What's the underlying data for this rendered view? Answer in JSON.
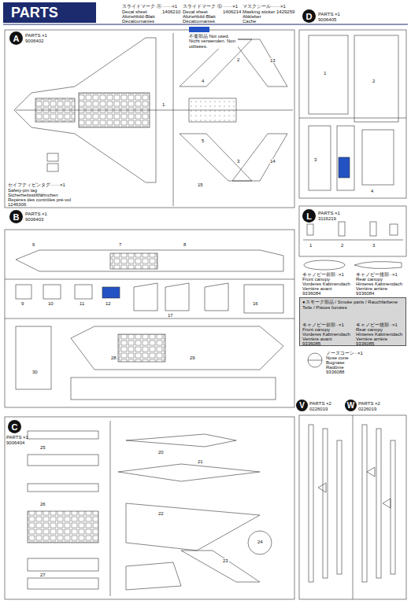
{
  "diagram": {
    "title": "PARTS",
    "nodes": [
      {
        "text": [
          "A"
        ]
      },
      {
        "text": [
          "D"
        ]
      },
      {
        "text": [
          "B"
        ]
      },
      {
        "text": [
          "L"
        ]
      },
      {
        "text": [
          "●スモーク部品 / Smoke parts / Rauchfarbene Teile / Pièces fumées"
        ]
      },
      {
        "text": [
          "C"
        ]
      },
      {
        "text": [
          "V"
        ]
      },
      {
        "text": [
          "W"
        ]
      }
    ],
    "labels": [
      "スライドマーク Ⓐ ······×1",
      "Decal sheet",
      "Abziehbild-Blatt",
      "Décalcomanies",
      "1406210",
      "スライドマーク ⓑ ······×1",
      "Decal sheet",
      "Abziehbild-Blatt",
      "Décalcomanies",
      "1406214",
      "マスクシール······×1",
      "Masking sticker 1429259",
      "Abkleber",
      "Cache",
      "PARTS ×1",
      "9006402",
      "セイフティピンタグ······×1",
      "Safety-pin tag",
      "Sicherheitsstiftfähnchen",
      "Repères des contrôles pré-vol",
      "1246306",
      "PARTS ×1",
      "9006405",
      "PARTS ×1",
      "9006403",
      "PARTS ×1",
      "3116219",
      "キャノピー前部··×1",
      "Front canopy",
      "Vorderes Kabinendach",
      "Verrière avant",
      "9336084",
      "キャノピー後部··×1",
      "Rear canopy",
      "Hinteres Kabinendach",
      "Verrière arrière",
      "9336084",
      "キャノピー前部··×1",
      "Front canopy",
      "Vorderes Kabinendach",
      "Verrière avant",
      "9336085",
      "キャノピー後部··×1",
      "Rear canopy",
      "Hinteres Kabinendach",
      "Verrière arrière",
      "9336085",
      "ノーズコーン··×1",
      "Nose cone",
      "Bugnase",
      "Radôme",
      "9336088",
      "PARTS ×1",
      "9006404",
      "PARTS ×2",
      "0226019",
      "PARTS ×2",
      "0226019",
      "1",
      "2",
      "3",
      "4",
      "5",
      "13",
      "14",
      "15",
      "6",
      "7",
      "8",
      "9",
      "10",
      "11",
      "12",
      "16",
      "17",
      "28",
      "29",
      "30",
      "20",
      "21",
      "22",
      "23",
      "24",
      "25",
      "26",
      "27",
      "1",
      "2",
      "3",
      "4",
      "1",
      "2",
      "3"
    ],
    "legend": [
      {
        "text": "不要部品 Not used. Nicht verwenden. Non utilisées.",
        "color": "#2352c4"
      }
    ]
  }
}
